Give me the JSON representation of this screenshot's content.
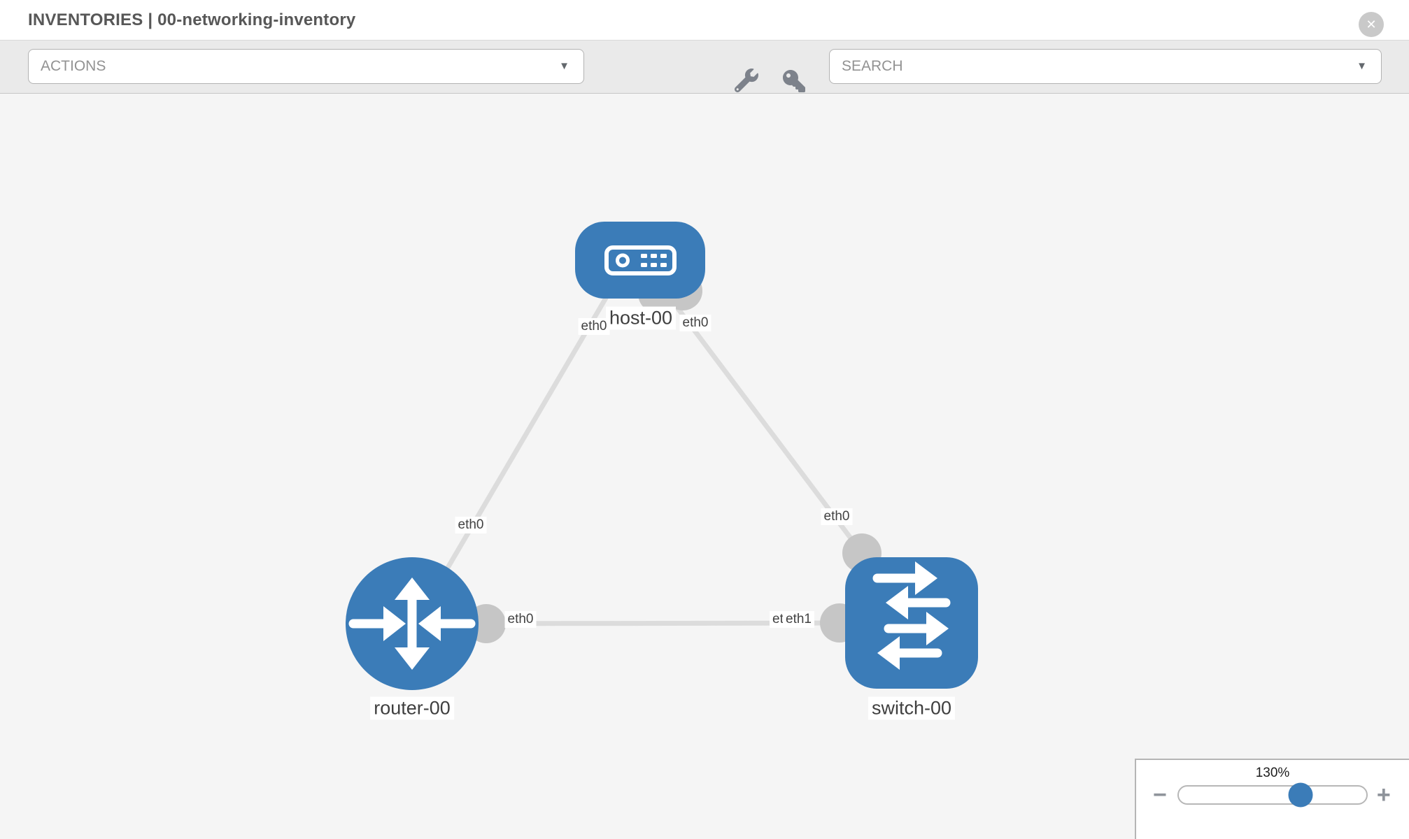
{
  "header": {
    "title": "INVENTORIES | 00-networking-inventory"
  },
  "toolbar": {
    "actions": {
      "placeholder": "ACTIONS"
    },
    "search": {
      "placeholder": "SEARCH"
    }
  },
  "icons": {
    "close": "✕",
    "caret_down": "▼",
    "minus": "−",
    "plus": "+"
  },
  "topology": {
    "nodes": [
      {
        "id": "host-00",
        "type": "host",
        "label": "host-00"
      },
      {
        "id": "router-00",
        "type": "router",
        "label": "router-00"
      },
      {
        "id": "switch-00",
        "type": "switch",
        "label": "switch-00"
      }
    ],
    "links": [
      {
        "source": "host-00",
        "source_interface": "eth0",
        "target": "router-00",
        "target_interface": "eth0"
      },
      {
        "source": "host-00",
        "source_interface": "eth0",
        "target": "switch-00",
        "target_interface": "eth0"
      },
      {
        "source": "router-00",
        "source_interface": "eth0",
        "target": "switch-00",
        "target_interface": "eth1"
      }
    ],
    "interface_chips": {
      "host_left": "eth0",
      "host_right": "eth0",
      "link1_router_end": "eth0",
      "link2_switch_end": "eth0",
      "link3_router_end": "eth0",
      "link3_switch_end_back": "eth0",
      "link3_switch_end_front": "eth1"
    }
  },
  "zoom_control": {
    "level_label": "130%",
    "value_percent": 65
  },
  "colors": {
    "node_blue": "#3b7cb8",
    "link_gray": "#dcdcdc",
    "port_gray": "#c6c6c6",
    "toolbar_gray": "#eaeaea"
  }
}
